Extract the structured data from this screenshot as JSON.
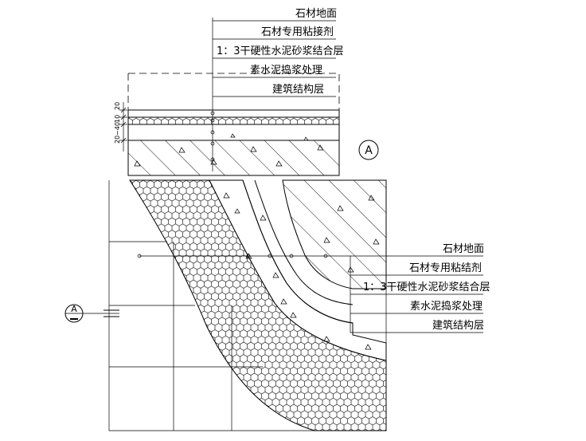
{
  "top_detail": {
    "callout_labels": [
      "石材地面",
      "石材专用粘接剂",
      "1：3干硬性水泥砂浆结合层",
      "素水泥捣浆处理",
      "建筑结构层"
    ],
    "dimensions": [
      "20",
      "10",
      "20~40"
    ],
    "detail_tag": "A"
  },
  "enlarged_detail": {
    "callout_labels": [
      "石材地面",
      "石材专用粘结剂",
      "1：3干硬性水泥砂浆结合层",
      "素水泥捣浆处理",
      "建筑结构层"
    ],
    "section_mark": "A"
  }
}
